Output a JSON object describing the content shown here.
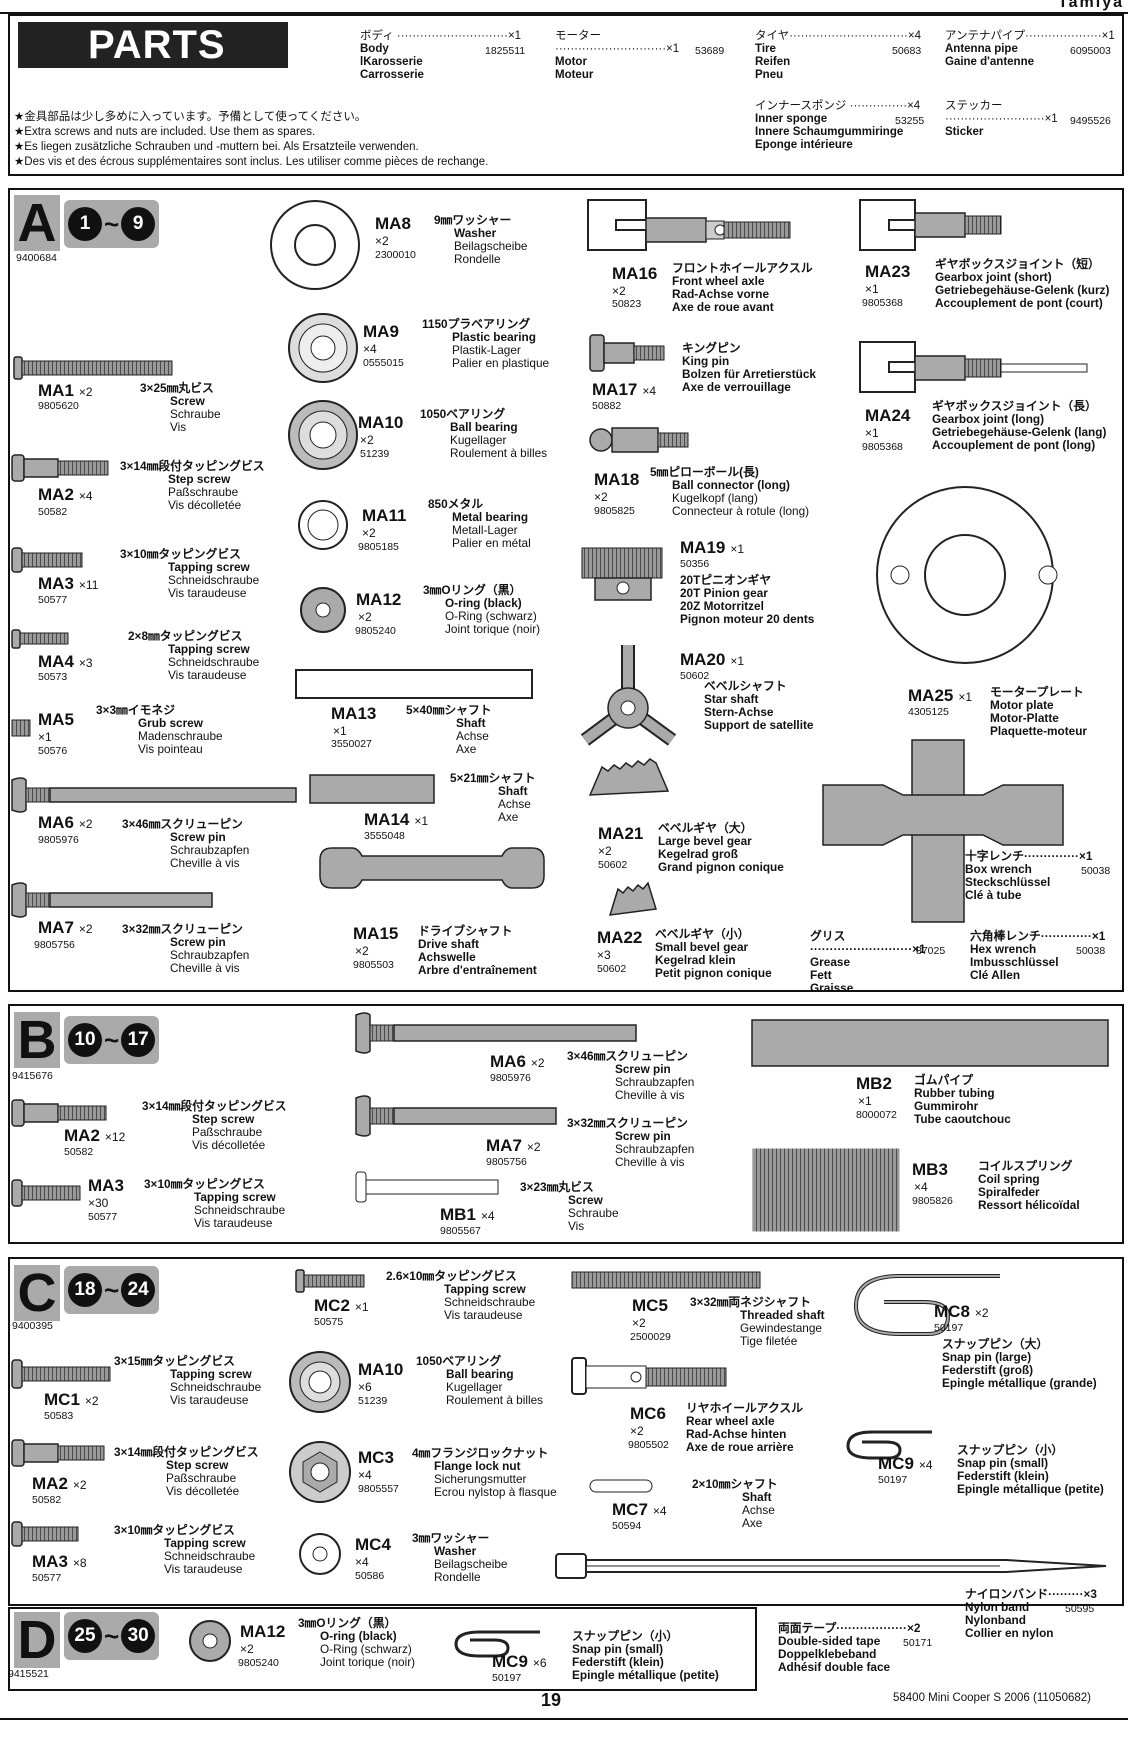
{
  "header_right": "Tamiya",
  "parts_title": "PARTS",
  "notes": [
    "★金具部品は少し多めに入っています。予備として使ってください。",
    "★Extra screws and nuts are included. Use them as spares.",
    "★Es liegen zusätzliche Schrauben und -muttern bei. Als Ersatzteile verwenden.",
    "★Des vis et des écrous supplémentaires sont inclus. Les utiliser comme pièces de rechange."
  ],
  "top_parts": [
    {
      "jp": "ボディ ·····························×1",
      "lines": [
        "Body",
        "lKarosserie",
        "Carrosserie"
      ],
      "code": "1825511"
    },
    {
      "jp": "モーター·····························×1",
      "lines": [
        "Motor",
        "Moteur"
      ],
      "code": "53689"
    },
    {
      "jp": "タイヤ·······························×4",
      "lines": [
        "Tire",
        "Reifen",
        "Pneu"
      ],
      "code": "50683"
    },
    {
      "jp": "アンテナパイプ····················×1",
      "lines": [
        "Antenna pipe",
        "Gaine d'antenne"
      ],
      "code": "6095003"
    },
    {
      "jp": "インナースポンジ ···············×4",
      "lines": [
        "Inner sponge",
        "Innere Schaumgummiringe",
        "Eponge intérieure"
      ],
      "code": "53255"
    },
    {
      "jp": "ステッカー··························×1",
      "lines": [
        "Sticker"
      ],
      "code": "9495526"
    }
  ],
  "sections": {
    "A": {
      "letter": "A",
      "from": "1",
      "to": "9",
      "id": "9400684"
    },
    "B": {
      "letter": "B",
      "from": "10",
      "to": "17",
      "id": "9415676"
    },
    "C": {
      "letter": "C",
      "from": "18",
      "to": "24",
      "id": "9400395"
    },
    "D": {
      "letter": "D",
      "from": "25",
      "to": "30",
      "id": "9415521"
    }
  },
  "parts": [
    {
      "label": "MA1",
      "qty": "×2",
      "code": "9805620",
      "d": [
        "3×25㎜丸ビス",
        "Screw",
        "Schraube",
        "Vis"
      ]
    },
    {
      "label": "MA2",
      "qty": "×4",
      "code": "50582",
      "d": [
        "3×14㎜段付タッピングビス",
        "Step screw",
        "Paßschraube",
        "Vis décolletée"
      ]
    },
    {
      "label": "MA3",
      "qty": "×11",
      "code": "50577",
      "d": [
        "3×10㎜タッピングビス",
        "Tapping screw",
        "Schneidschraube",
        "Vis taraudeuse"
      ]
    },
    {
      "label": "MA4",
      "qty": "×3",
      "code": "50573",
      "d": [
        "2×8㎜タッピングビス",
        "Tapping screw",
        "Schneidschraube",
        "Vis taraudeuse"
      ]
    },
    {
      "label": "MA5",
      "qty": "×1",
      "code": "50576",
      "d": [
        "3×3㎜イモネジ",
        "Grub screw",
        "Madenschraube",
        "Vis pointeau"
      ]
    },
    {
      "label": "MA6",
      "qty": "×2",
      "code": "9805976",
      "d": [
        "3×46㎜スクリューピン",
        "Screw pin",
        "Schraubzapfen",
        "Cheville à vis"
      ]
    },
    {
      "label": "MA7",
      "qty": "×2",
      "code": "9805756",
      "d": [
        "3×32㎜スクリューピン",
        "Screw pin",
        "Schraubzapfen",
        "Cheville à vis"
      ]
    },
    {
      "label": "MA8",
      "qty": "×2",
      "code": "2300010",
      "d": [
        "9㎜ワッシャー",
        "Washer",
        "Beilagscheibe",
        "Rondelle"
      ]
    },
    {
      "label": "MA9",
      "qty": "×4",
      "code": "0555015",
      "d": [
        "1150プラベアリング",
        "Plastic bearing",
        "Plastik-Lager",
        "Palier en plastique"
      ]
    },
    {
      "label": "MA10",
      "qty": "×2",
      "code": "51239",
      "d": [
        "1050ベアリング",
        "Ball bearing",
        "Kugellager",
        "Roulement à billes"
      ]
    },
    {
      "label": "MA11",
      "qty": "×2",
      "code": "9805185",
      "d": [
        "850メタル",
        "Metal bearing",
        "Metall-Lager",
        "Palier en métal"
      ]
    },
    {
      "label": "MA12",
      "qty": "×2",
      "code": "9805240",
      "d": [
        "3㎜Oリング（黒）",
        "O-ring (black)",
        "O-Ring (schwarz)",
        "Joint torique (noir)"
      ]
    },
    {
      "label": "MA13",
      "qty": "×1",
      "code": "3550027",
      "d": [
        "5×40㎜シャフト",
        "Shaft",
        "Achse",
        "Axe"
      ]
    },
    {
      "label": "MA14",
      "qty": "×1",
      "code": "3555048",
      "d": [
        "5×21㎜シャフト",
        "Shaft",
        "Achse",
        "Axe"
      ]
    },
    {
      "label": "MA15",
      "qty": "×2",
      "code": "9805503",
      "d": [
        "ドライブシャフト",
        "Drive shaft",
        "Achswelle",
        "Arbre d'entraînement"
      ]
    },
    {
      "label": "MA16",
      "qty": "×2",
      "code": "50823",
      "d": [
        "フロントホイールアクスル",
        "Front wheel axle",
        "Rad-Achse vorne",
        "Axe de roue avant"
      ]
    },
    {
      "label": "MA17",
      "qty": "×4",
      "code": "50882",
      "d": [
        "キングピン",
        "King pin",
        "Bolzen für Arretierstück",
        "Axe de verrouillage"
      ]
    },
    {
      "label": "MA18",
      "qty": "×2",
      "code": "9805825",
      "d": [
        "5㎜ピローボール(長)",
        "Ball connector (long)",
        "Kugelkopf (lang)",
        "Connecteur à rotule (long)"
      ]
    },
    {
      "label": "MA19",
      "qty": "×1",
      "code": "50356",
      "d": [
        "20Tピニオンギヤ",
        "20T Pinion gear",
        "20Z Motorritzel",
        "Pignon moteur 20 dents"
      ]
    },
    {
      "label": "MA20",
      "qty": "×1",
      "code": "50602",
      "d": [
        "ベベルシャフト",
        "Star shaft",
        "Stern-Achse",
        "Support de satellite"
      ]
    },
    {
      "label": "MA21",
      "qty": "×2",
      "code": "50602",
      "d": [
        "ベベルギヤ（大）",
        "Large bevel gear",
        "Kegelrad groß",
        "Grand pignon conique"
      ]
    },
    {
      "label": "MA22",
      "qty": "×3",
      "code": "50602",
      "d": [
        "ベベルギヤ（小）",
        "Small bevel gear",
        "Kegelrad klein",
        "Petit pignon conique"
      ]
    },
    {
      "label": "MA23",
      "qty": "×1",
      "code": "9805368",
      "d": [
        "ギヤボックスジョイント（短）",
        "Gearbox joint (short)",
        "Getriebegehäuse-Gelenk (kurz)",
        "Accouplement de pont (court)"
      ]
    },
    {
      "label": "MA24",
      "qty": "×1",
      "code": "9805368",
      "d": [
        "ギヤボックスジョイント（長）",
        "Gearbox joint (long)",
        "Getriebegehäuse-Gelenk (lang)",
        "Accouplement de pont (long)"
      ]
    },
    {
      "label": "MA25",
      "qty": "×1",
      "code": "4305125",
      "d": [
        "モータープレート",
        "Motor plate",
        "Motor-Platte",
        "Plaquette-moteur"
      ]
    },
    {
      "label": "MA2",
      "qty": "×12",
      "code": "50582",
      "d": [
        "3×14㎜段付タッピングビス",
        "Step screw",
        "Paßschraube",
        "Vis décolletée"
      ]
    },
    {
      "label": "MA3",
      "qty": "×30",
      "code": "50577",
      "d": [
        "3×10㎜タッピングビス",
        "Tapping screw",
        "Schneidschraube",
        "Vis taraudeuse"
      ]
    },
    {
      "label": "MA6",
      "qty": "×2",
      "code": "9805976",
      "d": [
        "3×46㎜スクリューピン",
        "Screw pin",
        "Schraubzapfen",
        "Cheville à vis"
      ]
    },
    {
      "label": "MA7",
      "qty": "×2",
      "code": "9805756",
      "d": [
        "3×32㎜スクリューピン",
        "Screw pin",
        "Schraubzapfen",
        "Cheville à vis"
      ]
    },
    {
      "label": "MB1",
      "qty": "×4",
      "code": "9805567",
      "d": [
        "3×23㎜丸ビス",
        "Screw",
        "Schraube",
        "Vis"
      ]
    },
    {
      "label": "MB2",
      "qty": "×1",
      "code": "8000072",
      "d": [
        "ゴムパイプ",
        "Rubber tubing",
        "Gummirohr",
        "Tube caoutchouc"
      ]
    },
    {
      "label": "MB3",
      "qty": "×4",
      "code": "9805826",
      "d": [
        "コイルスプリング",
        "Coil spring",
        "Spiralfeder",
        "Ressort hélicoïdal"
      ]
    },
    {
      "label": "MC1",
      "qty": "×2",
      "code": "50583",
      "d": [
        "3×15㎜タッピングビス",
        "Tapping screw",
        "Schneidschraube",
        "Vis taraudeuse"
      ]
    },
    {
      "label": "MA2",
      "qty": "×2",
      "code": "50582",
      "d": [
        "3×14㎜段付タッピングビス",
        "Step screw",
        "Paßschraube",
        "Vis décolletée"
      ]
    },
    {
      "label": "MA3",
      "qty": "×8",
      "code": "50577",
      "d": [
        "3×10㎜タッピングビス",
        "Tapping screw",
        "Schneidschraube",
        "Vis taraudeuse"
      ]
    },
    {
      "label": "MC2",
      "qty": "×1",
      "code": "50575",
      "d": [
        "2.6×10㎜タッピングビス",
        "Tapping screw",
        "Schneidschraube",
        "Vis taraudeuse"
      ]
    },
    {
      "label": "MA10",
      "qty": "×6",
      "code": "51239",
      "d": [
        "1050ベアリング",
        "Ball bearing",
        "Kugellager",
        "Roulement à billes"
      ]
    },
    {
      "label": "MC3",
      "qty": "×4",
      "code": "9805557",
      "d": [
        "4㎜フランジロックナット",
        "Flange lock nut",
        "Sicherungsmutter",
        "Ecrou nylstop à flasque"
      ]
    },
    {
      "label": "MC4",
      "qty": "×4",
      "code": "50586",
      "d": [
        "3㎜ワッシャー",
        "Washer",
        "Beilagscheibe",
        "Rondelle"
      ]
    },
    {
      "label": "MC5",
      "qty": "×2",
      "code": "2500029",
      "d": [
        "3×32㎜両ネジシャフト",
        "Threaded shaft",
        "Gewindestange",
        "Tige filetée"
      ]
    },
    {
      "label": "MC6",
      "qty": "×2",
      "code": "9805502",
      "d": [
        "リヤホイールアクスル",
        "Rear wheel axle",
        "Rad-Achse hinten",
        "Axe de roue arrière"
      ]
    },
    {
      "label": "MC7",
      "qty": "×4",
      "code": "50594",
      "d": [
        "2×10㎜シャフト",
        "Shaft",
        "Achse",
        "Axe"
      ]
    },
    {
      "label": "MC8",
      "qty": "×2",
      "code": "50197",
      "d": [
        "スナップピン（大）",
        "Snap pin (large)",
        "Federstift (groß)",
        "Epingle métallique (grande)"
      ]
    },
    {
      "label": "MC9",
      "qty": "×4",
      "code": "50197",
      "d": [
        "スナップピン（小）",
        "Snap pin (small)",
        "Federstift (klein)",
        "Epingle métallique (petite)"
      ]
    },
    {
      "label": "MA12",
      "qty": "×2",
      "code": "9805240",
      "d": [
        "3㎜Oリング（黒）",
        "O-ring (black)",
        "O-Ring (schwarz)",
        "Joint torique (noir)"
      ]
    },
    {
      "label": "MC9",
      "qty": "×6",
      "code": "50197",
      "d": [
        "スナップピン（小）",
        "Snap pin (small)",
        "Federstift (klein)",
        "Epingle métallique (petite)"
      ]
    }
  ],
  "tools": [
    {
      "jp": "十字レンチ··············×1",
      "lines": [
        "Box wrench",
        "Steckschlüssel",
        "Clé à tube"
      ],
      "code": "50038"
    },
    {
      "jp": "グリス··························×1",
      "lines": [
        "Grease",
        "Fett",
        "Graisse"
      ],
      "code": "87025"
    },
    {
      "jp": "六角棒レンチ·············×1",
      "lines": [
        "Hex wrench",
        "Imbusschlüssel",
        "Clé Allen"
      ],
      "code": "50038"
    },
    {
      "jp": "ナイロンバンド·········×3",
      "lines": [
        "Nylon band",
        "Nylonband",
        "Collier en nylon"
      ],
      "code": "50595"
    },
    {
      "jp": "両面テープ··················×2",
      "lines": [
        "Double-sided tape",
        "Doppelklebeband",
        "Adhésif double face"
      ],
      "code": "50171"
    }
  ],
  "page_number": "19",
  "footer": "58400  Mini Cooper S 2006 (11050682)"
}
